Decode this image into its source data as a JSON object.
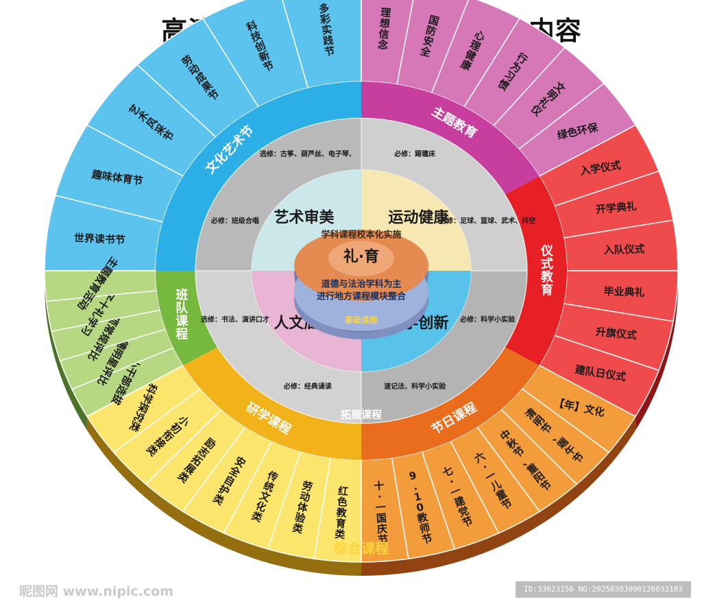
{
  "title": "高清矢量图 分层 可以随意修改内容",
  "watermark_left": "昵图网 www.nipic.com",
  "watermark_right": "ID:33623156 NO:20250303090126033103",
  "center": {
    "title": "礼·育",
    "top_text": "学科课程校本化实施",
    "bottom_text": [
      "道德与法治学科为主",
      "进行地方课程模块整合"
    ],
    "foundation_label": "基础课程",
    "colors": {
      "top": "#e58a50",
      "inner": "#f0a778",
      "bottom": "#9fb2dc"
    }
  },
  "ring2": {
    "label": "拓展课程",
    "sectors": [
      {
        "name": "艺术审美",
        "color": "#cce7ea",
        "gray": "#b9b9b9",
        "required": "必修：班级合唱",
        "elective": "选修：古筝、葫芦丝、电子琴、口风琴、竖笛"
      },
      {
        "name": "运动健康",
        "color": "#f7e7b2",
        "gray": "#cfcfcf",
        "required": "必修：踢毽床",
        "elective": "选修：足球、篮球、武术、抖空竹"
      },
      {
        "name": "科学创新",
        "color": "#58c2ea",
        "gray": "#b4b4b4",
        "required": "必修：科学小实验",
        "elective": "速记法、科学小实验"
      },
      {
        "name": "人文底蕴",
        "color": "#e8b6d4",
        "gray": "#d2d2d2",
        "required": "必修：经典诵读",
        "elective": "选修：书法、演讲口才"
      }
    ]
  },
  "ring3": {
    "label": "综合课程",
    "bands": [
      {
        "name": "文化艺术节",
        "color": "#2bafe6",
        "outer": "#5cc3ee",
        "items": [
          "世界读书节",
          "趣味体育节",
          "艺术风采节",
          "劳动成果节",
          "科技创新节",
          "多彩实践节"
        ]
      },
      {
        "name": "主题教育",
        "color": "#c83e9f",
        "outer": "#d678b8",
        "items": [
          "理想信念",
          "国防安全",
          "心理健康",
          "行为习惯",
          "文明礼仪",
          "绿色环保"
        ]
      },
      {
        "name": "仪式教育",
        "color": "#e72025",
        "outer": "#ef4a4c",
        "items": [
          "入学仪式",
          "开学典礼",
          "入队仪式",
          "毕业典礼",
          "升旗仪式",
          "建队日仪式"
        ]
      },
      {
        "name": "节日课程",
        "color": "#ea6d1d",
        "outer": "#f39c3c",
        "items": [
          "【年】文化",
          "清明节、端午节",
          "中秋节、重阳节",
          "六·一儿童节",
          "七·一建党节",
          "9.10教师节",
          "十·一国庆节"
        ]
      },
      {
        "name": "研学课程",
        "color": "#f1b21a",
        "outer": "#fbe56d",
        "items": [
          "红色教育类",
          "劳动体验类",
          "传统文化类",
          "安全自护类",
          "励志拓展类",
          "小初衔接类",
          "科学探究类"
        ]
      },
      {
        "name": "班队课程",
        "color": "#77b93f",
        "outer": "#b7d883",
        "items": [
          "小干部选拔",
          "八德明星评比",
          "十项常规评比",
          "学子十礼学习",
          "主题教育活动"
        ]
      }
    ]
  }
}
